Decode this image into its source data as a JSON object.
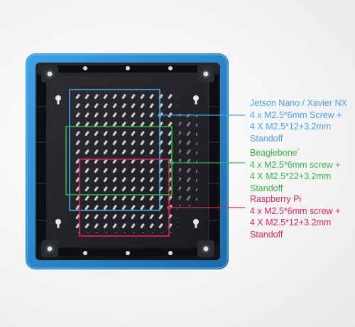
{
  "colors": {
    "enclosure_blue": "#2f8fd1",
    "enclosure_dark": "#17181b",
    "jetson": "#4aa3e8",
    "beaglebone": "#34b34a",
    "raspberry_pi": "#e0245e"
  },
  "callouts": [
    {
      "id": "jetson",
      "title": "Jetson Nano / Xavier NX",
      "lines": [
        "4 x M2.5*6mm Screw +",
        "4 X M2.5*12+3.2mm Standoff"
      ]
    },
    {
      "id": "beaglebone",
      "title": "Beaglebone",
      "title_mark": "*",
      "lines": [
        "4 x M2.5*6mm screw +",
        "4 X M2.5*22+3.2mm Standoff"
      ]
    },
    {
      "id": "raspberry_pi",
      "title": "Raspberry Pi",
      "lines": [
        "4 x M2.5*6mm screw +",
        "4 X M2.5*12+3.2mm Standoff"
      ]
    }
  ]
}
